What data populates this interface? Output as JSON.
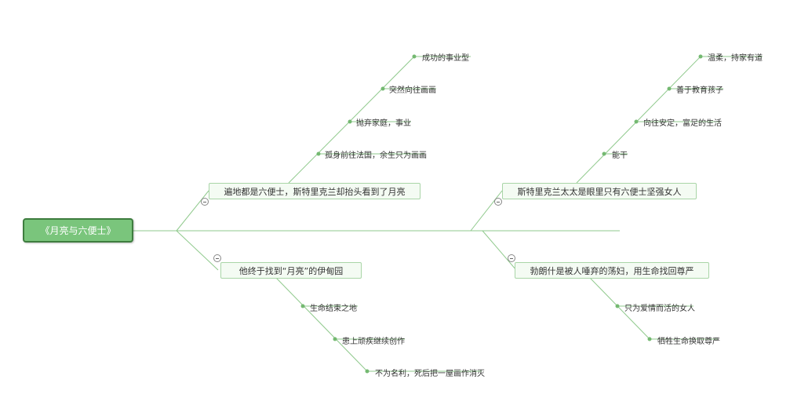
{
  "root": {
    "label": "《月亮与六便士》"
  },
  "branches": [
    {
      "label": "遍地都是六便士，斯特里克兰却抬头看到了月亮",
      "leaves": [
        "成功的事业型",
        "突然向往画画",
        "抛弃家庭，事业",
        "孤身前往法国，余生只为画画"
      ]
    },
    {
      "label": "他终于找到“月亮”的伊甸园",
      "leaves": [
        "生命结束之地",
        "患上顽疾继续创作",
        "不为名利，死后把一屋画作消灭"
      ]
    },
    {
      "label": "斯特里克兰太太是眼里只有六便士坚强女人",
      "leaves": [
        "温柔，持家有道",
        "善于教育孩子",
        "向往安定，富足的生活",
        "能干"
      ]
    },
    {
      "label": "勃朗什是被人唾弃的荡妇，用生命找回尊严",
      "leaves": [
        "只为爱情而活的女人",
        "牺牲生命换取尊严"
      ]
    }
  ],
  "colors": {
    "root_fill": "#7ac57c",
    "root_border": "#3e7d3f",
    "line": "#8fc98c",
    "branch_fill": "#f4fbf3"
  }
}
